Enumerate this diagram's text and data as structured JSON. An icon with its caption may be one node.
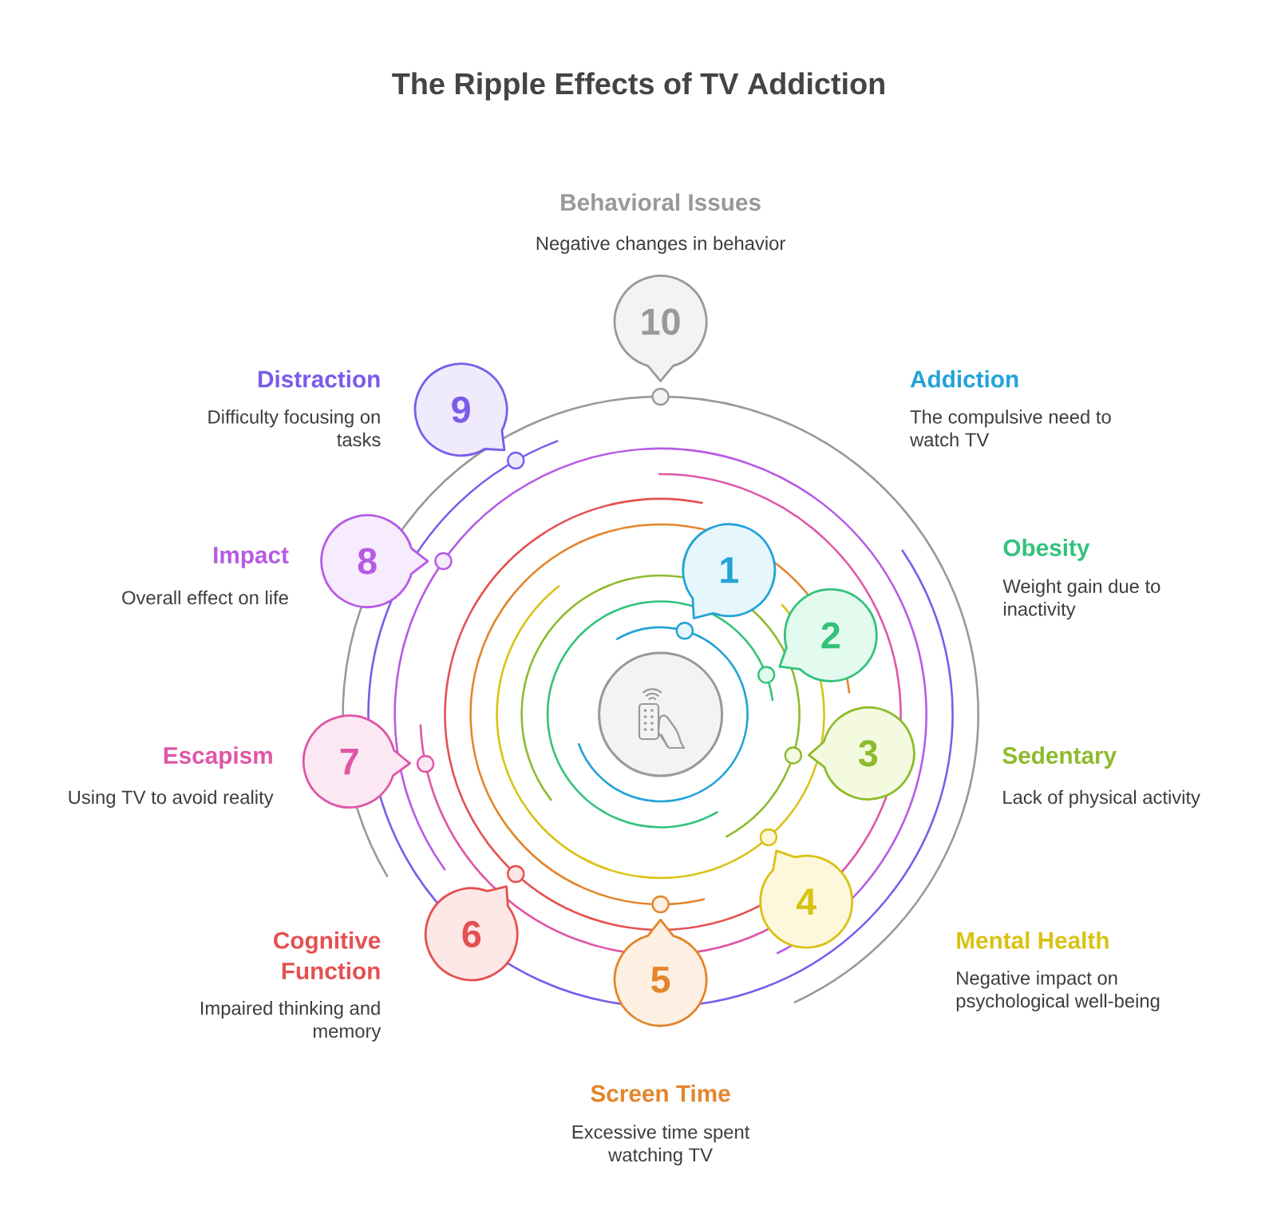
{
  "diagram": {
    "title": "The Ripple Effects of TV Addiction",
    "nodes": [
      {
        "text": [],
        "shape": "circle"
      },
      {
        "text": [
          "1"
        ],
        "beside": [
          "Addiction",
          "The compulsive need to watch TV"
        ]
      },
      {
        "text": [
          "2"
        ],
        "beside": [
          "Obesity",
          "Weight gain due to inactivity"
        ]
      },
      {
        "text": [
          "3"
        ],
        "beside": [
          "Sedentary",
          "Lack of physical activity"
        ]
      },
      {
        "text": [
          "4"
        ],
        "beside": [
          "Mental Health",
          "Negative impact on psychological well-being"
        ]
      },
      {
        "text": [
          "5"
        ],
        "beside": [
          "Screen Time",
          "Excessive time spent watching TV"
        ]
      },
      {
        "text": [
          "6"
        ],
        "beside": [
          "Cognitive Function",
          "Impaired thinking and memory"
        ]
      },
      {
        "text": [
          "7"
        ],
        "beside": [
          "Escapism",
          "Using TV to avoid reality"
        ]
      },
      {
        "text": [
          "8"
        ],
        "beside": [
          "Impact",
          "Overall effect on life"
        ]
      },
      {
        "text": [
          "9"
        ],
        "beside": [
          "Distraction",
          "Difficulty focusing on tasks"
        ]
      },
      {
        "text": [
          "10"
        ],
        "beside": [
          "Behavioral Issues",
          "Negative changes in behavior"
        ]
      }
    ]
  }
}
